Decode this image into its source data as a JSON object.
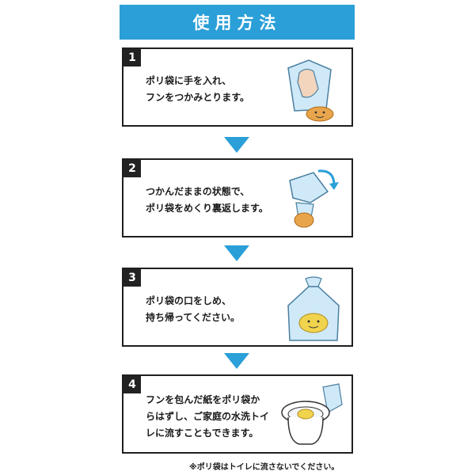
{
  "title": "使用方法",
  "steps": [
    {
      "number": "1",
      "lines": [
        "ポリ袋に手を入れ、",
        "フンをつかみとります。"
      ]
    },
    {
      "number": "2",
      "lines": [
        "つかんだままの状態で、",
        "ポリ袋をめくり裏返します。"
      ]
    },
    {
      "number": "3",
      "lines": [
        "ポリ袋の口をしめ、",
        "持ち帰ってください。"
      ]
    },
    {
      "number": "4",
      "lines": [
        "フンを包んだ紙をポリ袋か",
        "らはずし、ご家庭の水洗トイ",
        "レに流すこともできます。"
      ]
    }
  ],
  "note": "※ポリ袋はトイレに流さないでください。",
  "colors": {
    "accent": "#2a9fd8",
    "bag": "#cfe9f8",
    "waste": "#e8a54b"
  }
}
